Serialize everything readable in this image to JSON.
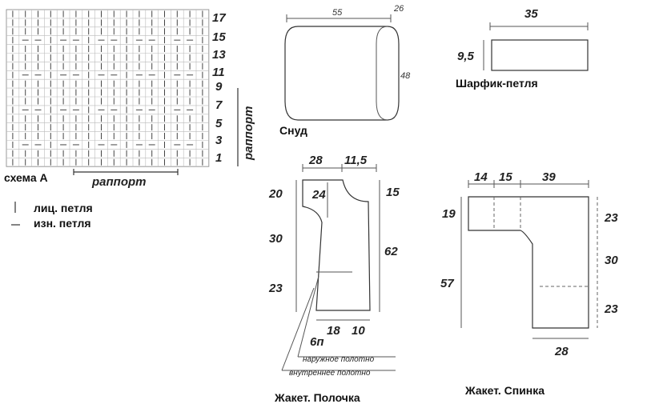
{
  "scheme": {
    "rows": [
      "17",
      "15",
      "13",
      "11",
      "9",
      "7",
      "5",
      "3",
      "1"
    ],
    "caption": "схема А",
    "repeat_h": "раппорт",
    "repeat_v": "раппорт"
  },
  "legend": {
    "knit": "лиц. петля",
    "purl": "изн. петля"
  },
  "snood": {
    "caption": "Снуд",
    "width": "55",
    "depth": "26",
    "height": "48"
  },
  "scarf": {
    "caption": "Шарфик-петля",
    "width": "35",
    "height": "9,5"
  },
  "front": {
    "caption": "Жакет. Полочка",
    "top_a": "28",
    "top_b": "11,5",
    "neck": "24",
    "left_1": "20",
    "left_2": "30",
    "left_3": "23",
    "right_1": "15",
    "right_2": "62",
    "bottom_a": "18",
    "bottom_b": "10",
    "stitches": "6п",
    "outer_label": "наружное полотно",
    "inner_label": "внутреннее полотно"
  },
  "back": {
    "caption": "Жакет. Спинка",
    "top_a": "14",
    "top_b": "15",
    "top_c": "39",
    "left_1": "19",
    "left_2": "57",
    "right_1": "23",
    "right_2": "30",
    "right_3": "23",
    "bottom": "28"
  }
}
